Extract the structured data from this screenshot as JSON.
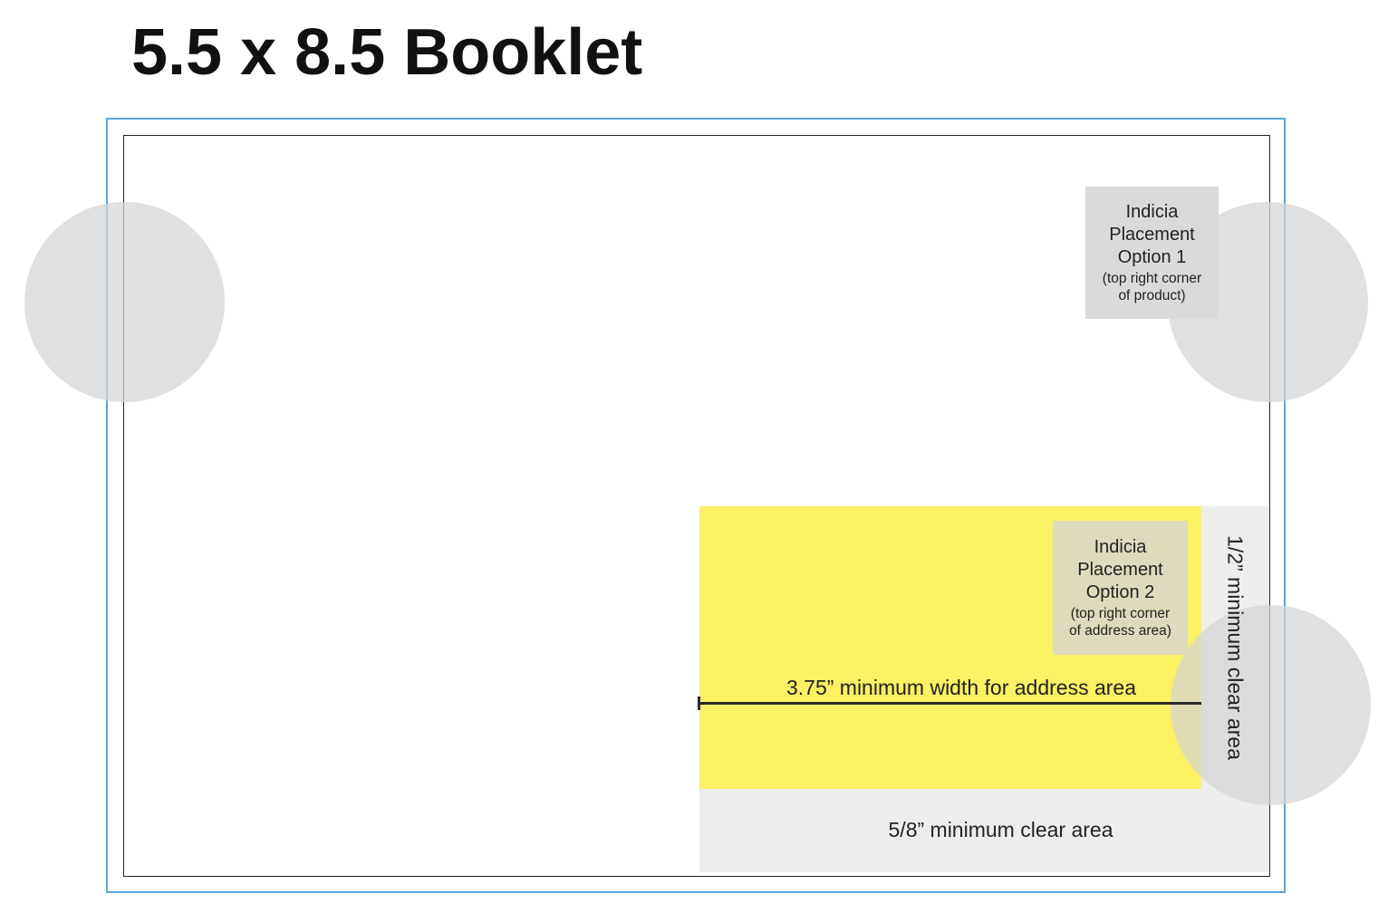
{
  "title": "5.5 x 8.5 Booklet",
  "indicia_option_1": {
    "line1": "Indicia",
    "line2": "Placement",
    "line3": "Option 1",
    "note_line1": "(top right corner",
    "note_line2": "of product)"
  },
  "indicia_option_2": {
    "line1": "Indicia",
    "line2": "Placement",
    "line3": "Option 2",
    "note_line1": "(top right corner",
    "note_line2": "of address area)"
  },
  "address_width_label": "3.75” minimum width for address area",
  "bottom_clear_label": "5/8” minimum clear area",
  "side_clear_label": "1/2” minimum clear area",
  "colors": {
    "address_area": "#fcf063",
    "clear_area": "#ededed",
    "punch_hole": "#d4d4d4",
    "outer_frame": "#5aa7d6",
    "trim_line": "#222222",
    "indicia_option_1": "#dadada",
    "indicia_option_2": "#dedabc"
  }
}
